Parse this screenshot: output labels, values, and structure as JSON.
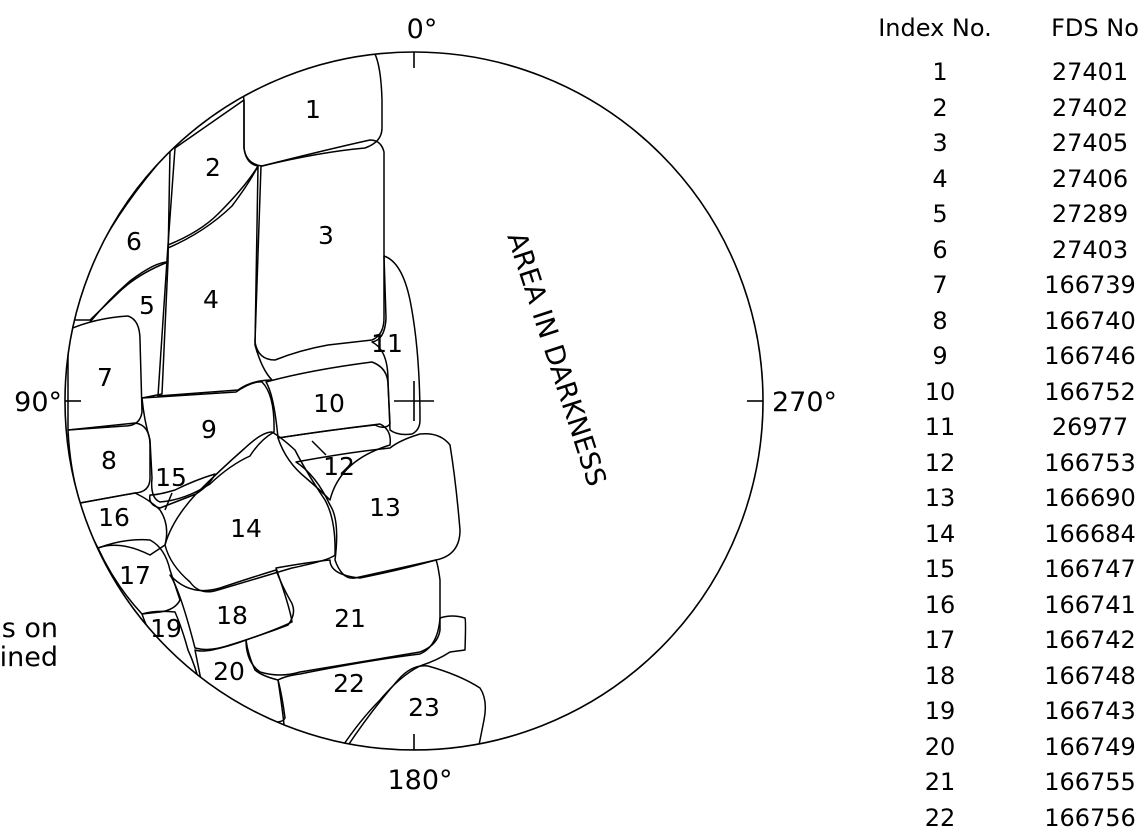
{
  "diagram": {
    "orientation_labels": {
      "top": "0°",
      "left": "90°",
      "right": "270°",
      "bottom": "180°"
    },
    "darkness_label": "AREA IN DARKNESS",
    "tiles": [
      "1",
      "2",
      "3",
      "4",
      "5",
      "6",
      "7",
      "8",
      "9",
      "10",
      "11",
      "12",
      "13",
      "14",
      "15",
      "16",
      "17",
      "18",
      "19",
      "20",
      "21",
      "22",
      "23"
    ]
  },
  "side_note": {
    "line1": "s on",
    "line2": "ined"
  },
  "index_table": {
    "headers": {
      "index": "Index No.",
      "fds": "FDS No"
    },
    "rows": [
      {
        "index": "1",
        "fds": "27401"
      },
      {
        "index": "2",
        "fds": "27402"
      },
      {
        "index": "3",
        "fds": "27405"
      },
      {
        "index": "4",
        "fds": "27406"
      },
      {
        "index": "5",
        "fds": "27289"
      },
      {
        "index": "6",
        "fds": "27403"
      },
      {
        "index": "7",
        "fds": "166739"
      },
      {
        "index": "8",
        "fds": "166740"
      },
      {
        "index": "9",
        "fds": "166746"
      },
      {
        "index": "10",
        "fds": "166752"
      },
      {
        "index": "11",
        "fds": "26977"
      },
      {
        "index": "12",
        "fds": "166753"
      },
      {
        "index": "13",
        "fds": "166690"
      },
      {
        "index": "14",
        "fds": "166684"
      },
      {
        "index": "15",
        "fds": "166747"
      },
      {
        "index": "16",
        "fds": "166741"
      },
      {
        "index": "17",
        "fds": "166742"
      },
      {
        "index": "18",
        "fds": "166748"
      },
      {
        "index": "19",
        "fds": "166743"
      },
      {
        "index": "20",
        "fds": "166749"
      },
      {
        "index": "21",
        "fds": "166755"
      },
      {
        "index": "22",
        "fds": "166756"
      }
    ]
  }
}
